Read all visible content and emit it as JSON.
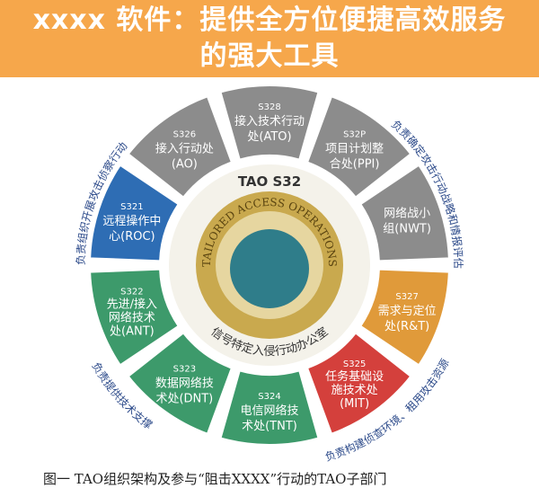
{
  "center": {
    "title": "TAO S32",
    "seal_text": "TAILORED ACCESS OPERATIONS",
    "bottom_text": "信号特定入侵行动办公室"
  },
  "segments": [
    {
      "code": "S328",
      "label": "接入技术行动处(ATO)",
      "lines": [
        "接入技术行动",
        "处(ATO)"
      ],
      "color": "#8c8c8c"
    },
    {
      "code": "S32P",
      "label": "项目计划整合处(PPI)",
      "lines": [
        "项目计划整",
        "合处(PPI)"
      ],
      "color": "#8c8c8c"
    },
    {
      "code": "",
      "label": "网络战小组(NWT)",
      "lines": [
        "网络战小",
        "组(NWT)"
      ],
      "color": "#8c8c8c"
    },
    {
      "code": "S327",
      "label": "需求与定位处(R&T)",
      "lines": [
        "需求与定位",
        "处(R&T)"
      ],
      "color": "#e09a3a"
    },
    {
      "code": "S325",
      "label": "任务基础设施技术处(MIT)",
      "lines": [
        "任务基础设",
        "施技术处",
        "(MIT)"
      ],
      "color": "#d4403c"
    },
    {
      "code": "S324",
      "label": "电信网络技术处(TNT)",
      "lines": [
        "电信网络技",
        "术处(TNT)"
      ],
      "color": "#3d9a6b"
    },
    {
      "code": "S323",
      "label": "数据网络技术处(DNT)",
      "lines": [
        "数据网络技",
        "术处(DNT)"
      ],
      "color": "#3d9a6b"
    },
    {
      "code": "S322",
      "label": "先进/接入网络技术处(ANT)",
      "lines": [
        "先进/接入",
        "网络技术",
        "处(ANT)"
      ],
      "color": "#3d9a6b"
    },
    {
      "code": "S321",
      "label": "远程操作中心(ROC)",
      "lines": [
        "远程操作中",
        "心(ROC)"
      ],
      "color": "#2e6db4"
    },
    {
      "code": "S326",
      "label": "接入行动处(AO)",
      "lines": [
        "接入行动处",
        "(AO)"
      ],
      "color": "#8c8c8c"
    }
  ],
  "side_notes": {
    "left_top": "负责组织开展攻击侦察行动",
    "right": "负责确定攻击行动战略和情报评估",
    "bottom_left": "负责提供技术支撑",
    "bottom_right": "负责构建侦查环境、租用攻击资源",
    "note_color": "#2c4a8a"
  },
  "banner": {
    "title": "xxxx 软件：提供全方位便捷高效服务的强大工具",
    "color": "#f5a03c"
  },
  "caption": "图一  TAO组织架构及参与“阻击XXXX”行动的TAO子部门"
}
